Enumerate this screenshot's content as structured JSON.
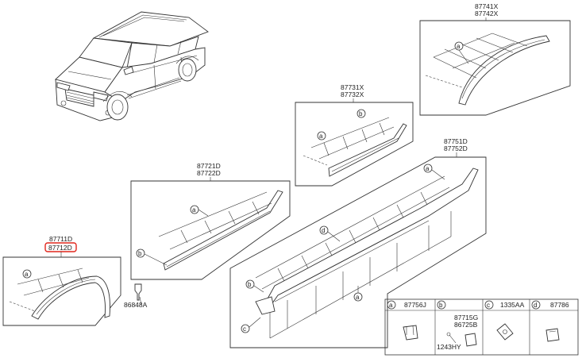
{
  "parts": {
    "rear_arch": {
      "codes": [
        "87741X",
        "87742X"
      ]
    },
    "rear_door": {
      "codes": [
        "87731X",
        "87732X"
      ]
    },
    "front_door": {
      "codes": [
        "87721D",
        "87722D"
      ]
    },
    "sill": {
      "codes": [
        "87751D",
        "87752D"
      ]
    },
    "front_arch": {
      "codes": [
        "87711D",
        "87712D"
      ],
      "highlighted": "87712D"
    },
    "clip": {
      "code": "86848A"
    }
  },
  "callouts": {
    "a": "a",
    "b": "b",
    "c": "c",
    "d": "d"
  },
  "legend": [
    {
      "letter": "a",
      "codes": [
        "87756J"
      ]
    },
    {
      "letter": "b",
      "codes": [
        "87715G",
        "86725B",
        "1243HY"
      ]
    },
    {
      "letter": "c",
      "codes": [
        "1335AA"
      ]
    },
    {
      "letter": "d",
      "codes": [
        "87786"
      ]
    }
  ],
  "colors": {
    "highlight": "#e1261c",
    "line": "#333333"
  }
}
